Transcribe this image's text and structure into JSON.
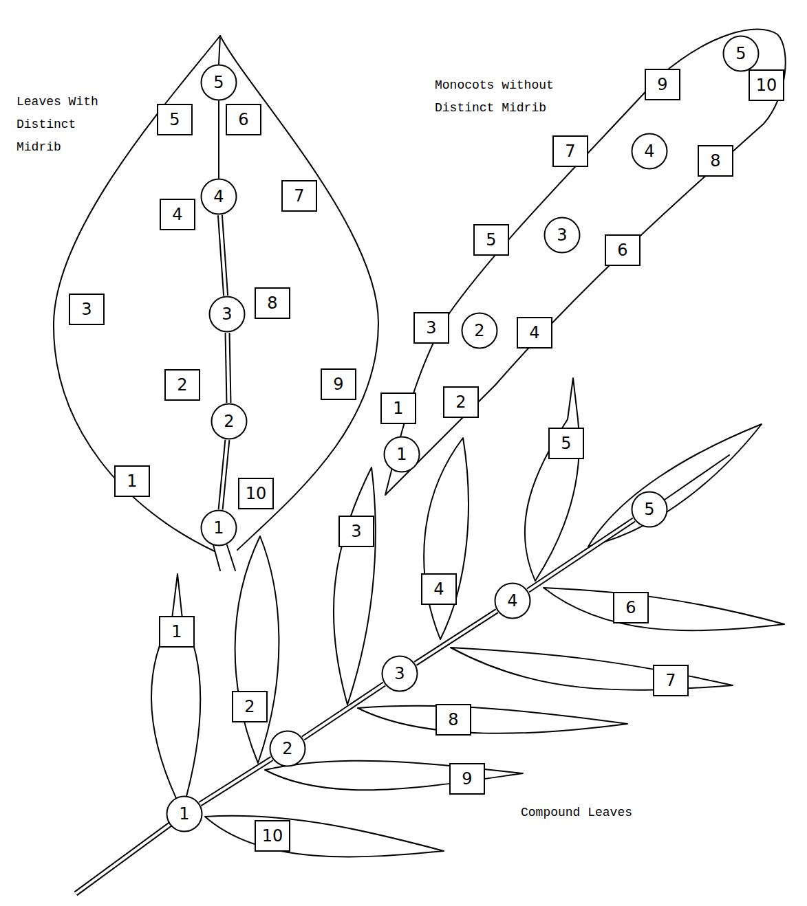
{
  "diagram": {
    "nodes": [
      {
        "text": [
          "1"
        ]
      },
      {
        "text": [
          "2"
        ]
      },
      {
        "text": [
          "3"
        ]
      },
      {
        "text": [
          "4"
        ]
      },
      {
        "text": [
          "5"
        ]
      },
      {
        "text": [
          "6"
        ]
      },
      {
        "text": [
          "7"
        ]
      },
      {
        "text": [
          "8"
        ]
      },
      {
        "text": [
          "9"
        ]
      },
      {
        "text": [
          "10"
        ]
      },
      {
        "text": [
          "1"
        ]
      },
      {
        "text": [
          "2"
        ]
      },
      {
        "text": [
          "3"
        ]
      },
      {
        "text": [
          "4"
        ]
      },
      {
        "text": [
          "5"
        ]
      },
      {
        "text": [
          "1"
        ]
      },
      {
        "text": [
          "2"
        ]
      },
      {
        "text": [
          "3"
        ]
      },
      {
        "text": [
          "4"
        ]
      },
      {
        "text": [
          "5"
        ]
      },
      {
        "text": [
          "6"
        ]
      },
      {
        "text": [
          "7"
        ]
      },
      {
        "text": [
          "8"
        ]
      },
      {
        "text": [
          "9"
        ]
      },
      {
        "text": [
          "10"
        ]
      },
      {
        "text": [
          "1"
        ]
      },
      {
        "text": [
          "2"
        ]
      },
      {
        "text": [
          "3"
        ]
      },
      {
        "text": [
          "4"
        ]
      },
      {
        "text": [
          "5"
        ]
      },
      {
        "text": [
          "1"
        ]
      },
      {
        "text": [
          "2"
        ]
      },
      {
        "text": [
          "3"
        ]
      },
      {
        "text": [
          "4"
        ]
      },
      {
        "text": [
          "5"
        ]
      },
      {
        "text": [
          "6"
        ]
      },
      {
        "text": [
          "7"
        ]
      },
      {
        "text": [
          "8"
        ]
      },
      {
        "text": [
          "9"
        ]
      },
      {
        "text": [
          "10"
        ]
      },
      {
        "text": [
          "1"
        ]
      },
      {
        "text": [
          "2"
        ]
      },
      {
        "text": [
          "3"
        ]
      },
      {
        "text": [
          "4"
        ]
      },
      {
        "text": [
          "5"
        ]
      }
    ],
    "edges": [
      {
        "from": 10,
        "to": 11,
        "arrow": "none"
      },
      {
        "from": 11,
        "to": 12,
        "arrow": "none"
      },
      {
        "from": 12,
        "to": 13,
        "arrow": "none"
      },
      {
        "from": 13,
        "to": 14,
        "arrow": "none"
      },
      {
        "from": 40,
        "to": 41,
        "arrow": "none"
      },
      {
        "from": 41,
        "to": 42,
        "arrow": "none"
      },
      {
        "from": 42,
        "to": 43,
        "arrow": "none"
      },
      {
        "from": 43,
        "to": 44,
        "arrow": "none"
      }
    ],
    "labels": [
      "Leaves With Distinct Midrib",
      "Monocots without Distinct Midrib",
      "Compound Leaves"
    ]
  }
}
